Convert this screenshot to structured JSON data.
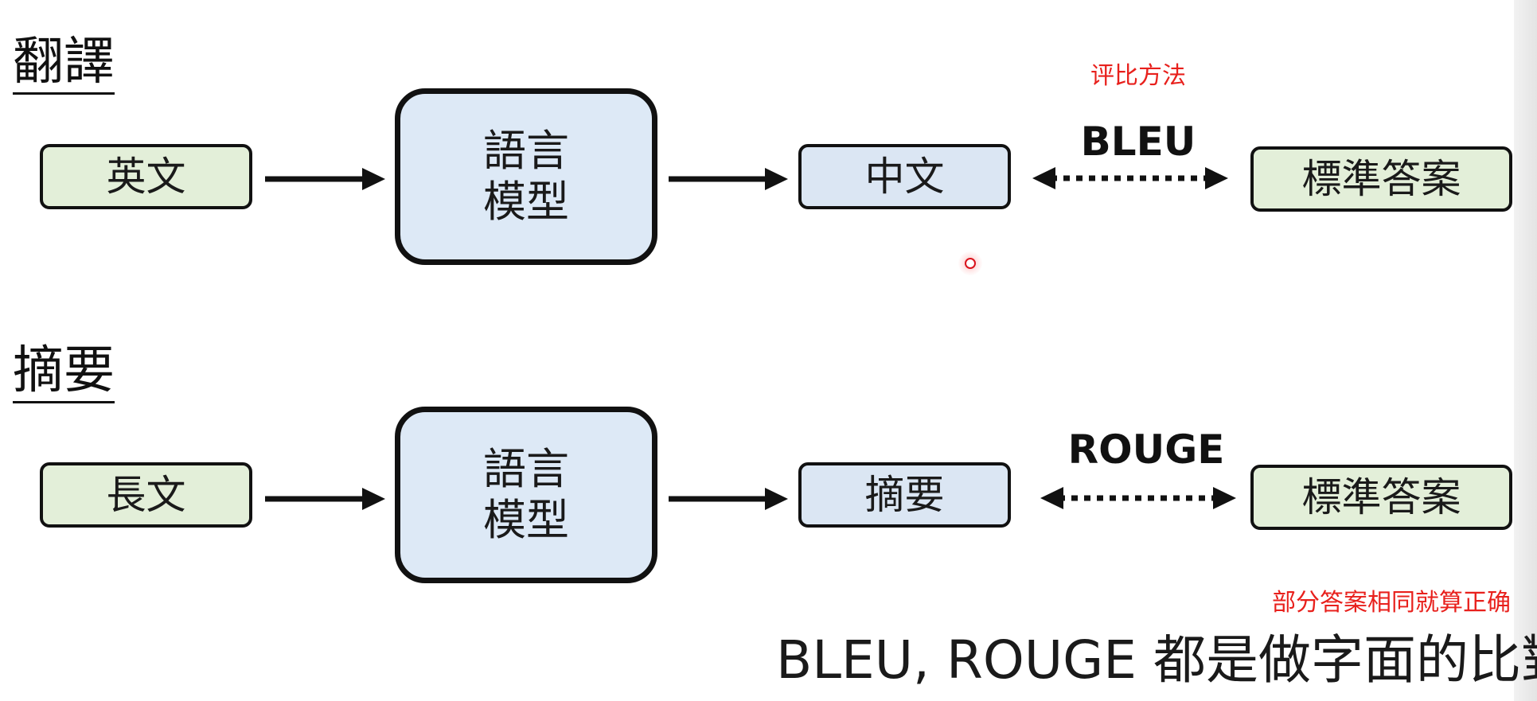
{
  "translation": {
    "title": "翻譯",
    "input": "英文",
    "model": "語言\n模型",
    "output": "中文",
    "metric": "BLEU",
    "reference": "標準答案",
    "annotation": "评比方法"
  },
  "summarization": {
    "title": "摘要",
    "input": "長文",
    "model": "語言\n模型",
    "output": "摘要",
    "metric": "ROUGE",
    "reference": "標準答案"
  },
  "annotation_bottom": "部分答案相同就算正确",
  "conclusion": "BLEU, ROUGE 都是做字面的比對",
  "colors": {
    "green_box": "#e3efd9",
    "blue_box": "#dbe6f3",
    "annotation_red": "#e8201c"
  }
}
